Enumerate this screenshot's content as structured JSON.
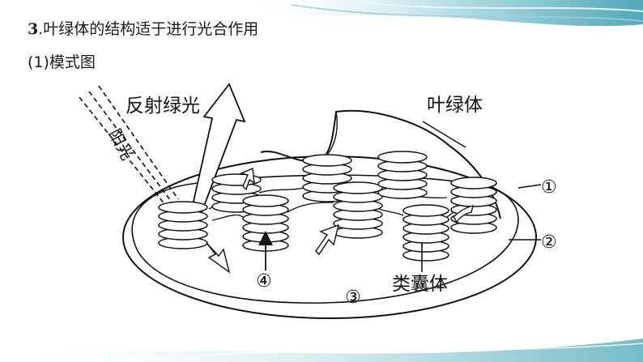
{
  "heading": {
    "number": "3",
    "text": "叶绿体的结构适于进行光合作用"
  },
  "subheading": "(1)模式图",
  "diagram": {
    "label_reflect": "反射绿光",
    "label_sunlight": "阳光",
    "label_chloroplast": "叶绿体",
    "label_thylakoid": "类囊体",
    "marker_1": "①",
    "marker_2": "②",
    "marker_3": "③",
    "marker_4": "④"
  },
  "colors": {
    "deco_teal": "#4aa6b8",
    "line": "#111111"
  }
}
